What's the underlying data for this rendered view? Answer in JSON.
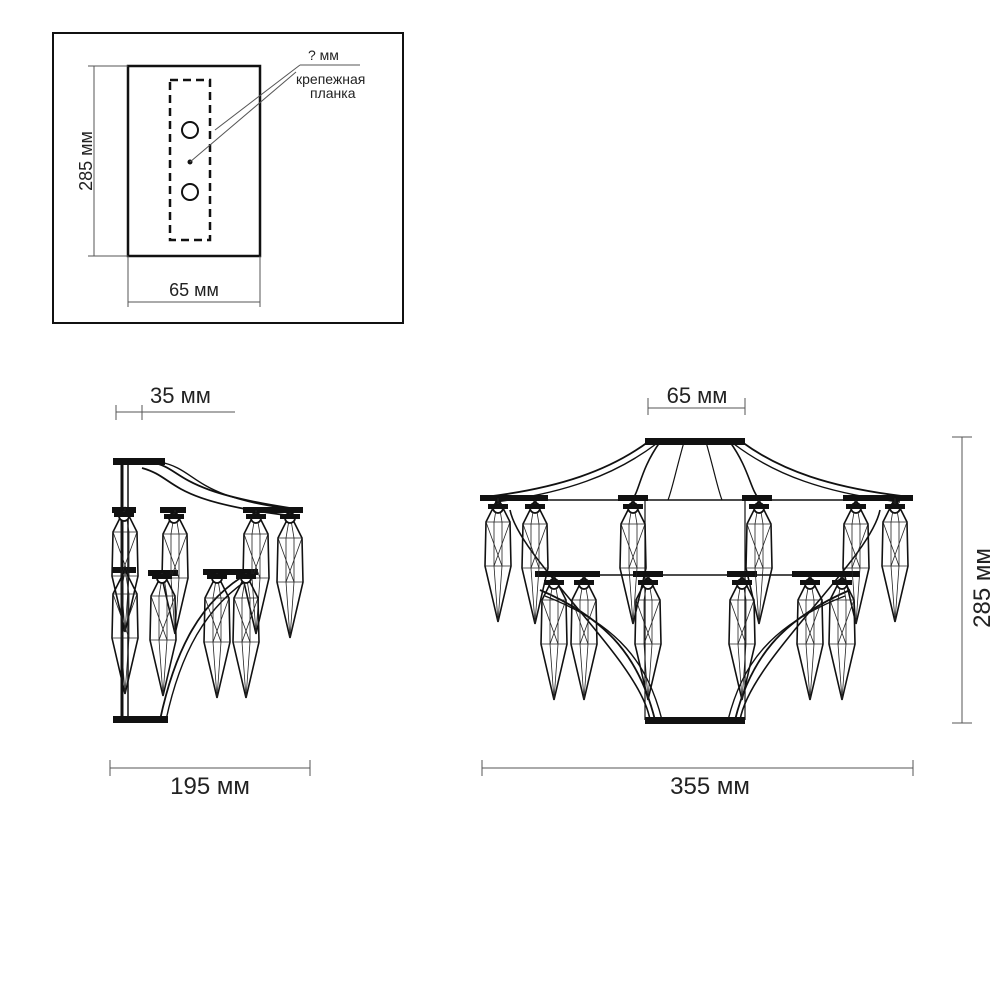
{
  "mount_view": {
    "height_label": "285 мм",
    "width_label": "65 мм",
    "screw_label": "? мм",
    "bracket_label_line1": "крепежная",
    "bracket_label_line2": "планка"
  },
  "side_view": {
    "offset_label": "35 мм",
    "depth_label": "195 мм"
  },
  "front_view": {
    "top_label": "65 мм",
    "width_label": "355 мм",
    "height_label": "285 мм"
  }
}
